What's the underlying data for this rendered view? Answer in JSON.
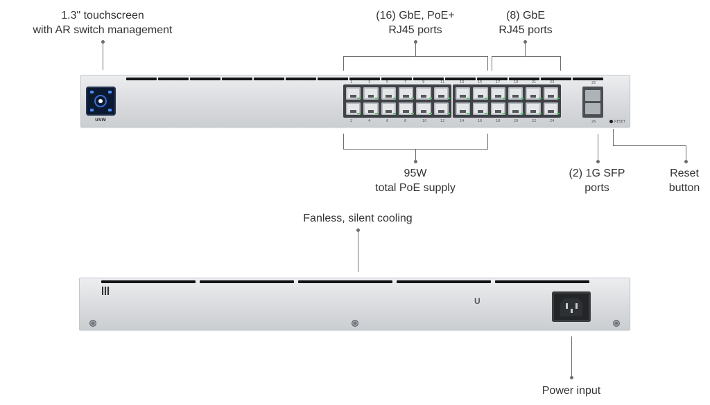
{
  "callouts": {
    "touchscreen": [
      "1.3\" touchscreen",
      "with AR switch management"
    ],
    "poe_ports": [
      "(16) GbE, PoE+",
      "RJ45 ports"
    ],
    "gbe_ports": [
      "(8) GbE",
      "RJ45 ports"
    ],
    "poe_supply": [
      "95W",
      "total PoE supply"
    ],
    "sfp_ports": [
      "(2) 1G SFP",
      "ports"
    ],
    "reset_button": [
      "Reset",
      "button"
    ],
    "cooling": [
      "Fanless, silent cooling"
    ],
    "power_input": [
      "Power input"
    ]
  },
  "device": {
    "model_text": "USW",
    "reset_text": "RESET",
    "port_numbers_top": [
      "1",
      "3",
      "5",
      "7",
      "9",
      "11",
      "13",
      "15",
      "17",
      "19",
      "21",
      "23"
    ],
    "port_numbers_bottom": [
      "2",
      "4",
      "6",
      "8",
      "10",
      "12",
      "14",
      "16",
      "18",
      "20",
      "22",
      "24"
    ],
    "sfp_numbers": [
      "25",
      "26"
    ],
    "led_color": "#37d45a",
    "screen_color": "#0b1a33",
    "screen_accent": "#3b6fcf",
    "icons": [
      "touchscreen-display-icon",
      "rj45-port-icon",
      "sfp-cage-icon",
      "power-inlet-icon",
      "ubiquiti-logo-icon",
      "qr-code-icon"
    ]
  }
}
